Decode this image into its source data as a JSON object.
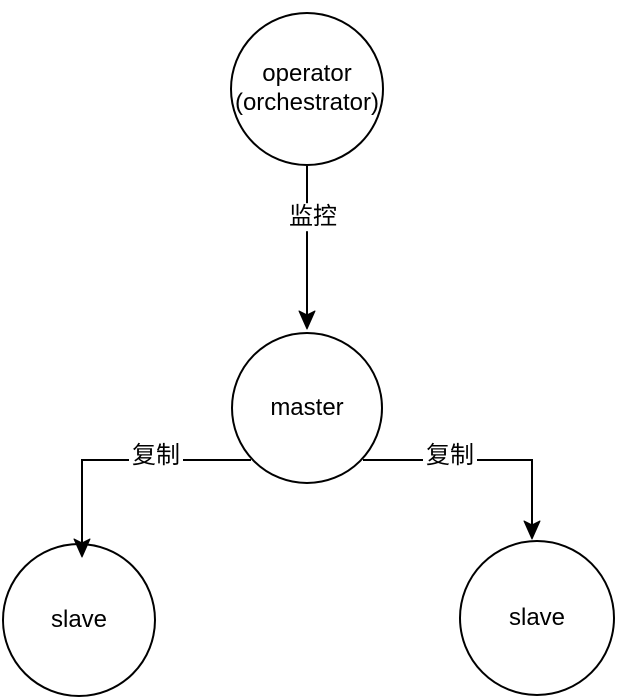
{
  "diagram": {
    "background": "#ffffff",
    "stroke_color": "#000000",
    "node_fill": "#ffffff",
    "text_color": "#000000",
    "nodes": [
      {
        "id": "operator",
        "shape": "circle",
        "label": "operator (orchestrator)",
        "lines": [
          "operator",
          "(orchestrator)"
        ]
      },
      {
        "id": "master",
        "shape": "circle",
        "label": "master"
      },
      {
        "id": "slave_left",
        "shape": "circle",
        "label": "slave"
      },
      {
        "id": "slave_right",
        "shape": "circle",
        "label": "slave"
      }
    ],
    "edges": [
      {
        "from": "operator",
        "to": "master",
        "label": "监控",
        "direction": "down"
      },
      {
        "from": "master",
        "to": "slave_left",
        "label": "复制",
        "direction": "left-down"
      },
      {
        "from": "master",
        "to": "slave_right",
        "label": "复制",
        "direction": "right-down"
      }
    ]
  }
}
